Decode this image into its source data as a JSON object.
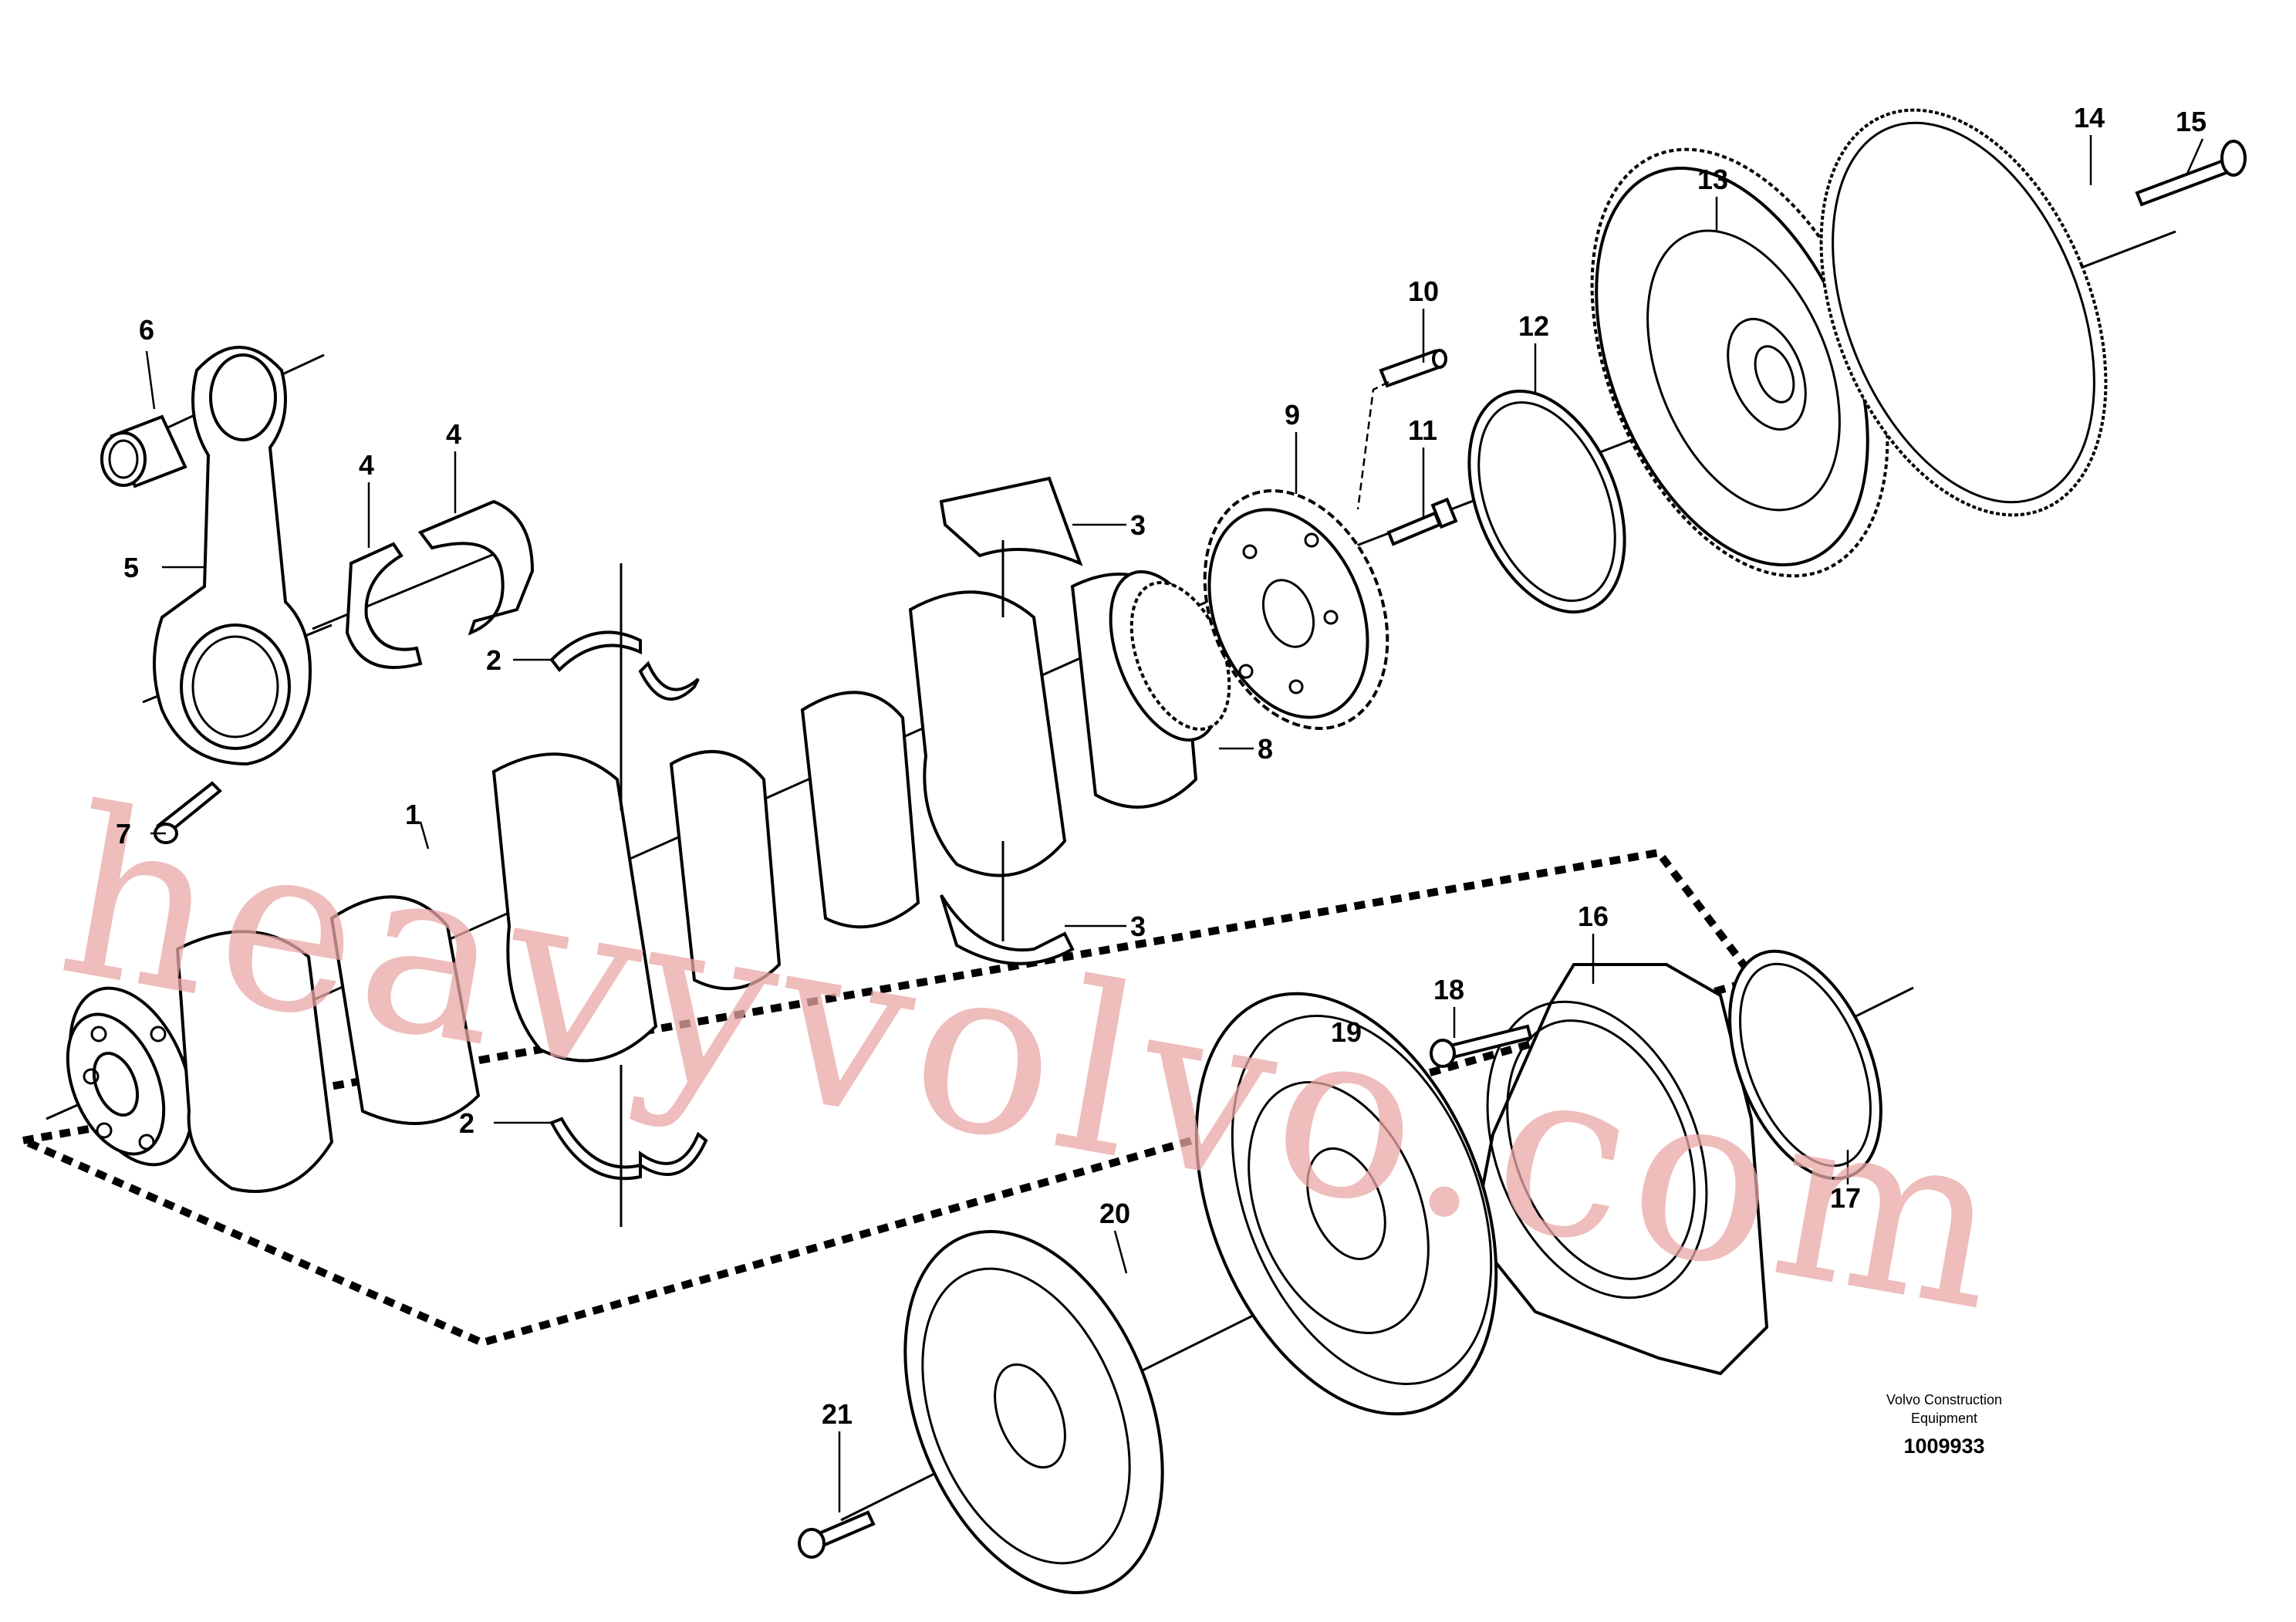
{
  "figure": {
    "credit_line1": "Volvo Construction",
    "credit_line2": "Equipment",
    "drawing_number": "1009933",
    "watermark": "heavyvolvo.com"
  },
  "labels": {
    "p1": "1",
    "p2a": "2",
    "p2b": "2",
    "p3a": "3",
    "p3b": "3",
    "p4a": "4",
    "p4b": "4",
    "p5": "5",
    "p6": "6",
    "p7": "7",
    "p8": "8",
    "p9": "9",
    "p10": "10",
    "p11": "11",
    "p12": "12",
    "p13": "13",
    "p14": "14",
    "p15": "15",
    "p16": "16",
    "p17": "17",
    "p18": "18",
    "p19": "19",
    "p20": "20",
    "p21": "21"
  }
}
